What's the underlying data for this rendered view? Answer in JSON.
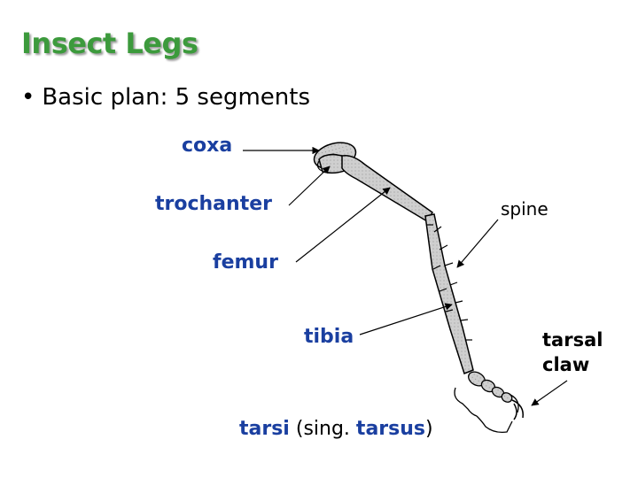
{
  "slide": {
    "title": "Insect Legs",
    "bullet": "Basic plan: 5 segments"
  },
  "labels": {
    "coxa": "coxa",
    "trochanter": "trochanter",
    "femur": "femur",
    "tibia": "tibia",
    "spine": "spine",
    "tarsal_claw_1": "tarsal",
    "tarsal_claw_2": "claw",
    "tarsi": "tarsi",
    "tarsi_open": "(sing. ",
    "tarsus": "tarsus",
    "tarsi_close": ")"
  },
  "colors": {
    "title": "#3c9a3c",
    "segment_label": "#1a3fa0",
    "leg_fill": "#c8c8c8"
  }
}
